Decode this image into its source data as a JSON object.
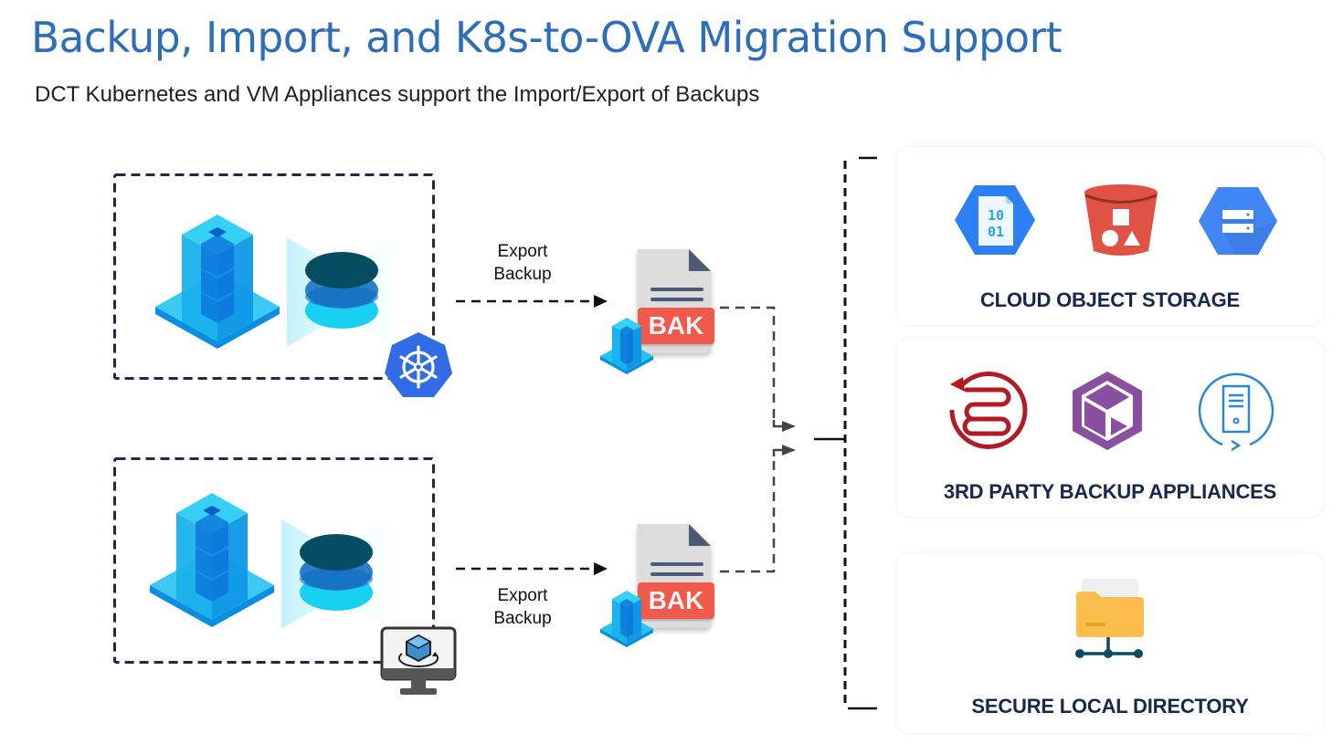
{
  "header": {
    "title": "Backup, Import, and K8s-to-OVA Migration Support",
    "subtitle": "DCT Kubernetes and VM Appliances support the Import/Export of Backups"
  },
  "sources": [
    {
      "name": "Kubernetes appliance",
      "badge_icon": "kubernetes-icon"
    },
    {
      "name": "VM appliance",
      "badge_icon": "virtual-machine-monitor-icon"
    }
  ],
  "flows": [
    {
      "label_line1": "Export",
      "label_line2": "Backup",
      "file_badge": "BAK"
    },
    {
      "label_line1": "Export",
      "label_line2": "Backup",
      "file_badge": "BAK"
    }
  ],
  "destinations": [
    {
      "title": "CLOUD OBJECT STORAGE",
      "icons": [
        "azure-blob-storage-icon",
        "aws-s3-bucket-icon",
        "google-cloud-storage-icon"
      ]
    },
    {
      "title": "3RD PARTY BACKUP APPLIANCES",
      "icons": [
        "zerto-backup-icon",
        "azure-backup-cube-icon",
        "server-restore-icon"
      ]
    },
    {
      "title": "SECURE LOCAL DIRECTORY",
      "icons": [
        "network-folder-icon"
      ]
    }
  ],
  "colors": {
    "title": "#2e6db8",
    "card_title": "#16284d",
    "bak_badge": "#ef5a4c",
    "k8s": "#326ce5",
    "dashed_border": "#1b2a4a"
  }
}
